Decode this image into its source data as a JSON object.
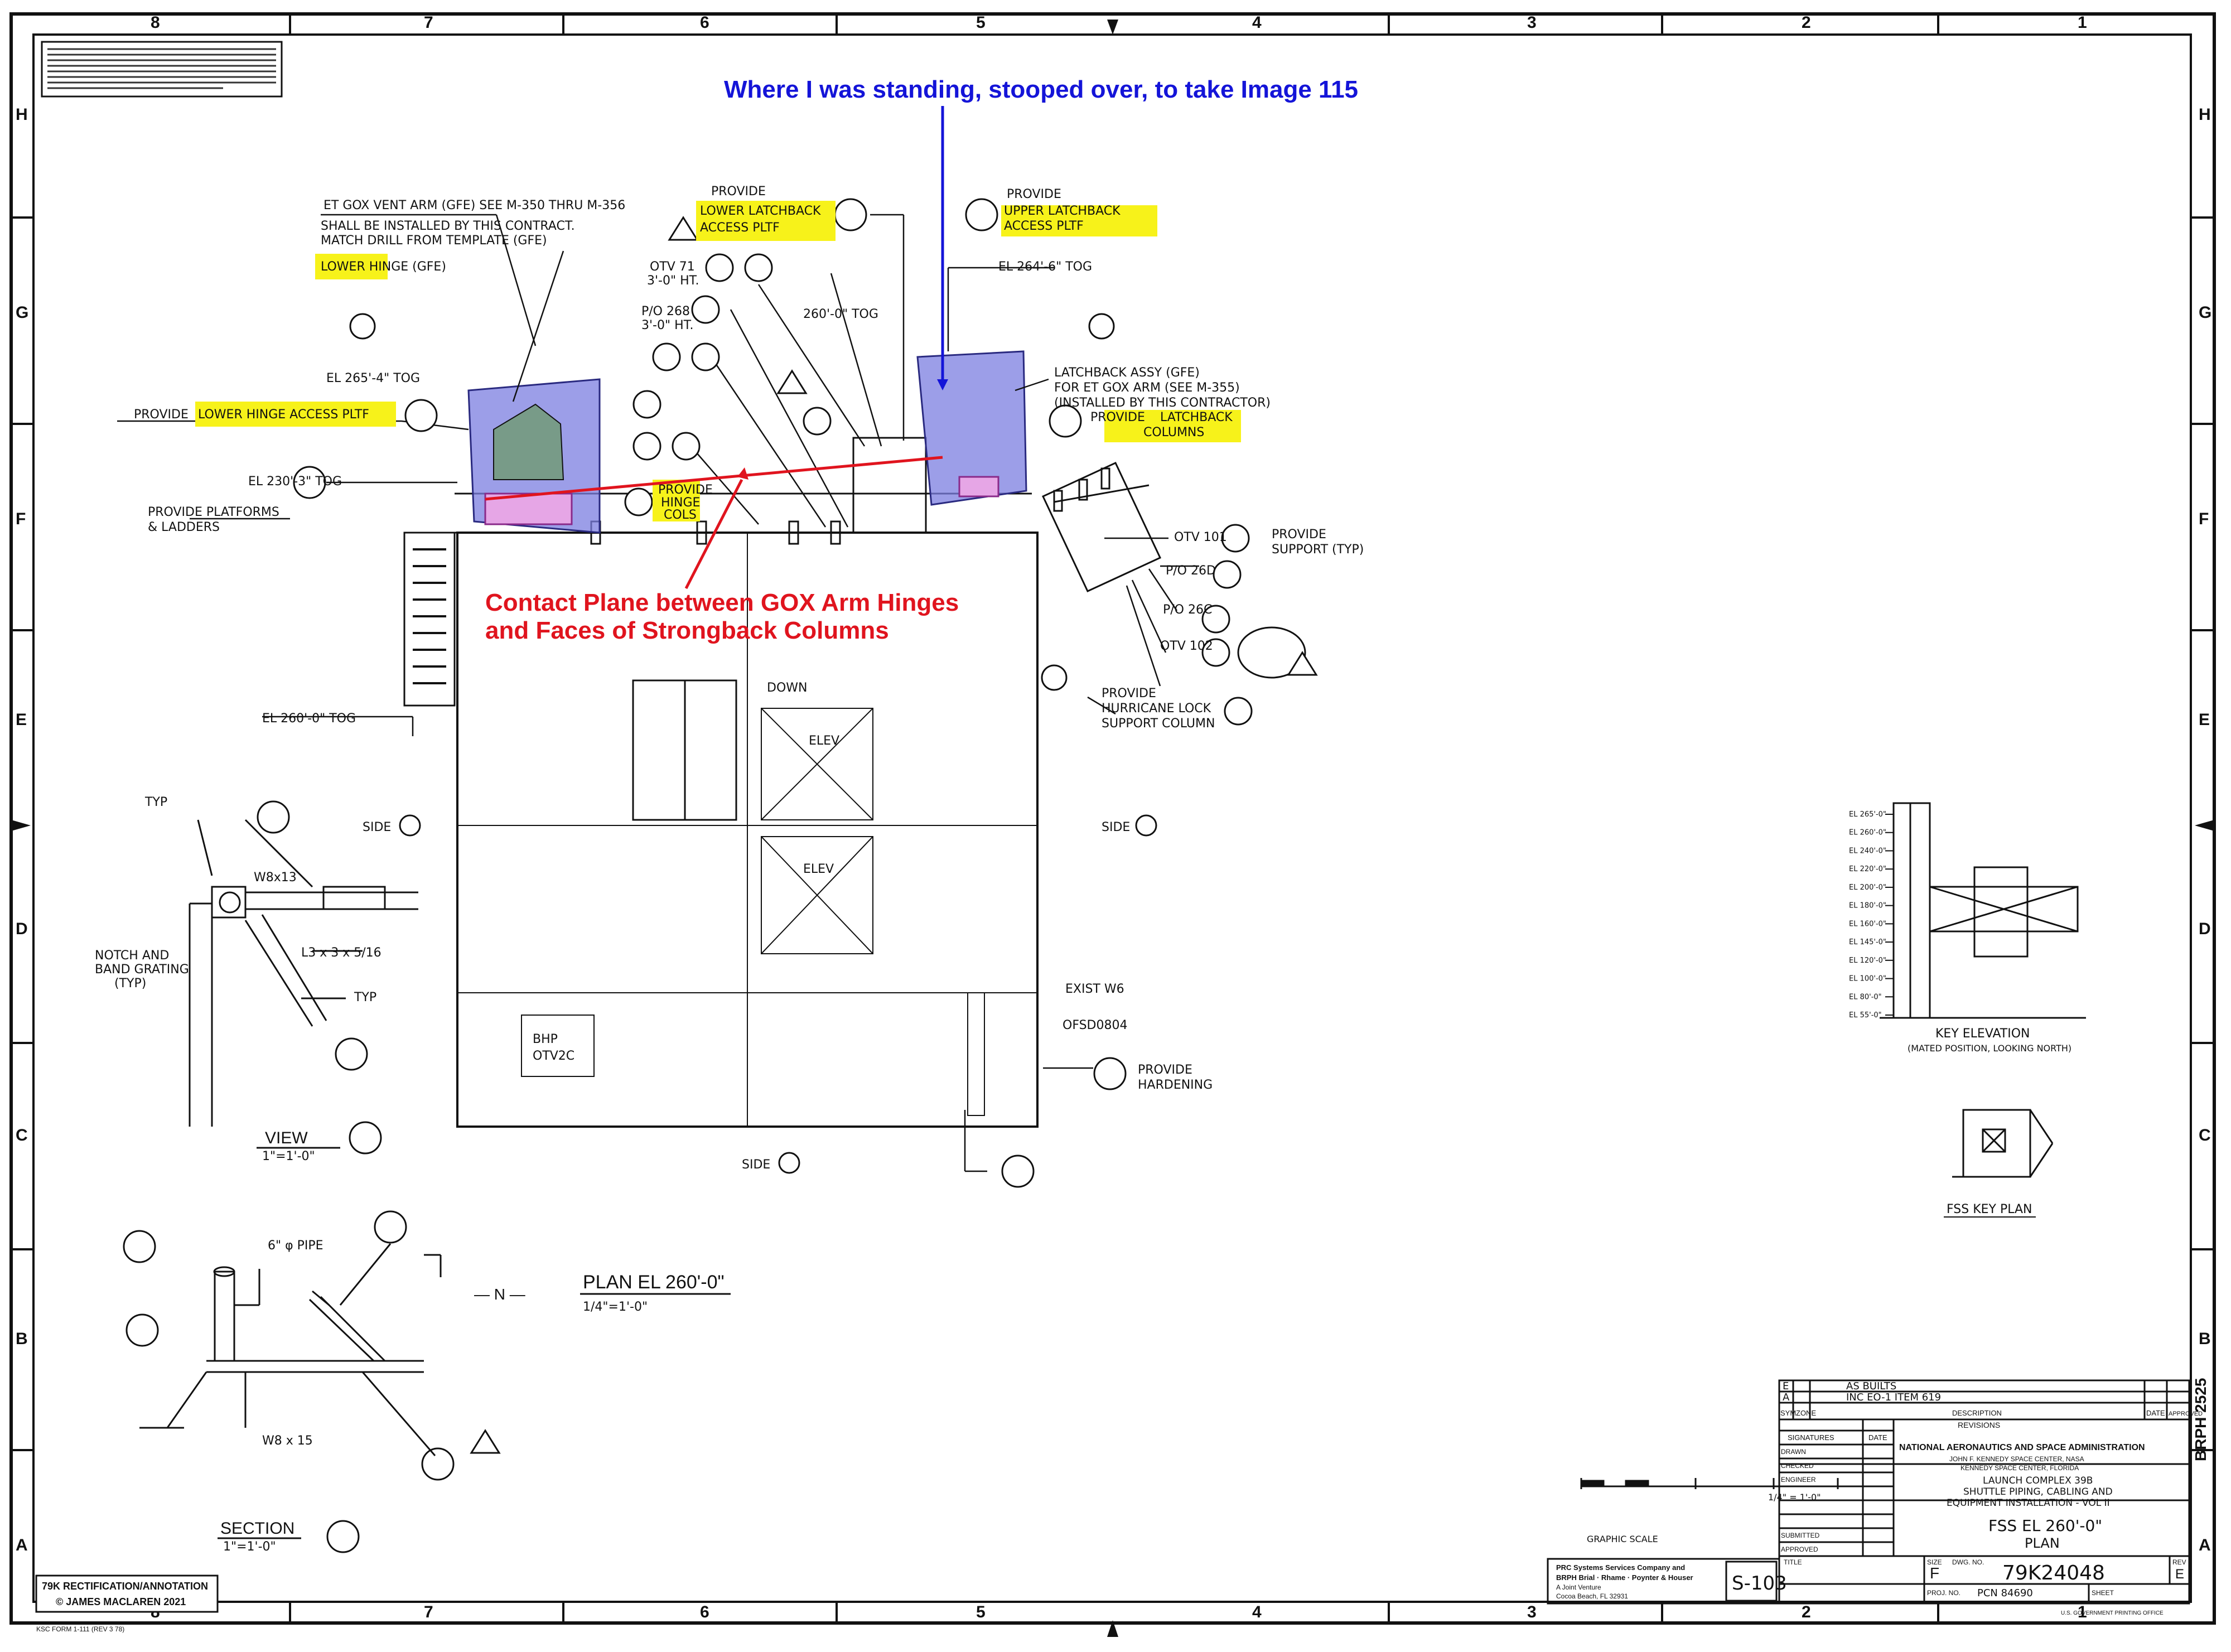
{
  "grid": {
    "top_numbers": [
      "8",
      "7",
      "6",
      "5",
      "4",
      "3",
      "2",
      "1"
    ],
    "side_letters": [
      "H",
      "G",
      "F",
      "E",
      "D",
      "C",
      "B",
      "A"
    ]
  },
  "annotations": {
    "standing": "Where I was standing, stooped over, to take Image 115",
    "contact_line1": "Contact Plane between GOX Arm Hinges",
    "contact_line2": "and Faces of Strongback Columns"
  },
  "callouts": {
    "gox_vent_1": "ET GOX VENT ARM (GFE) SEE M-350 THRU M-356",
    "gox_vent_2": "SHALL BE INSTALLED BY THIS CONTRACT.",
    "gox_vent_3": "MATCH DRILL FROM TEMPLATE (GFE)",
    "lower_hinge": "LOWER HINGE (GFE)",
    "provide": "PROVIDE",
    "lower_latch_1": "LOWER LATCHBACK",
    "lower_latch_2": "ACCESS PLTF",
    "upper_latch_1": "UPPER LATCHBACK",
    "upper_latch_2": "ACCESS PLTF",
    "el_264": "EL 264'-6\" TOG",
    "el_265": "EL 265'-4\" TOG",
    "el_260_tog": "260'-0\" TOG",
    "el_230": "EL 230'-3\" TOG",
    "el_260_e": "EL 260'-0\" TOG",
    "provide_lower_hinge": "PROVIDE",
    "lower_hinge_pltf": "LOWER HINGE ACCESS PLTF",
    "provide_platforms_1": "PROVIDE PLATFORMS",
    "provide_platforms_2": "& LADDERS",
    "latchback_1": "LATCHBACK ASSY (GFE)",
    "latchback_2": "FOR ET GOX ARM (SEE M-355)",
    "latchback_3": "(INSTALLED BY THIS CONTRACTOR)",
    "latchback_cols_1": "LATCHBACK",
    "latchback_cols_2": "COLUMNS",
    "hinge_cols_1": "HINGE",
    "hinge_cols_2": "COLS",
    "otv71_1": "OTV 71",
    "otv71_2": "3'-0\" HT.",
    "p0268_1": "P/O 268",
    "p0268_2": "3'-0\" HT.",
    "otv101": "OTV 101",
    "support_typ": "SUPPORT (TYP)",
    "po26d": "P/O 26D",
    "po26c": "P/O 26C",
    "otv102": "OTV 102",
    "hurricane_1": "PROVIDE",
    "hurricane_2": "HURRICANE LOCK",
    "hurricane_3": "SUPPORT COLUMN",
    "provide_hardening_1": "PROVIDE",
    "provide_hardening_2": "HARDENING",
    "side4": "SIDE",
    "side2": "SIDE",
    "side3": "SIDE",
    "elev": "ELEV",
    "down": "DOWN",
    "bhp_1": "BHP",
    "bhp_2": "OTV2C",
    "exist_w6": "EXIST W6",
    "ofsd": "OFSD0804",
    "w8x13": "W8x13",
    "l3x3": "L3 x 3 x 5/16",
    "notch_1": "NOTCH AND",
    "notch_2": "BAND GRATING",
    "notch_3": "(TYP)",
    "typ": "TYP",
    "pipe": "6\" φ PIPE",
    "w8x15": "W8 x 15"
  },
  "view_titles": {
    "view": "VIEW",
    "view_scale": "1\"=1'-0\"",
    "plan": "PLAN EL 260'-0\"",
    "plan_scale": "1/4\"=1'-0\"",
    "section": "SECTION",
    "section_scale": "1\"=1'-0\"",
    "north": "— N —",
    "key_elev": "KEY ELEVATION",
    "key_elev_sub": "(MATED POSITION, LOOKING NORTH)",
    "key_plan": "FSS KEY PLAN",
    "graphic_scale": "GRAPHIC SCALE",
    "gs_scale": "1/4\" = 1'-0\""
  },
  "title_block": {
    "rev_e": "E",
    "rev_e_desc": "AS BUILTS",
    "rev_a": "A",
    "rev_a_desc": "INC EO-1 ITEM 619",
    "sym": "SYM.",
    "zone": "ZONE",
    "description": "DESCRIPTION",
    "date": "DATE",
    "approved": "APPROVED",
    "revisions": "REVISIONS",
    "signatures": "SIGNATURES",
    "drawn": "DRAWN",
    "checked": "CHECKED",
    "engineer": "ENGINEER",
    "submitted": "SUBMITTED",
    "nasa": "NATIONAL AERONAUTICS AND SPACE ADMINISTRATION",
    "ksc_1": "JOHN F. KENNEDY SPACE CENTER, NASA",
    "ksc_2": "KENNEDY SPACE CENTER, FLORIDA",
    "lc_1": "LAUNCH COMPLEX 39B",
    "lc_2": "SHUTTLE PIPING, CABLING AND",
    "lc_3": "EQUIPMENT INSTALLATION - VOL II",
    "title_1": "FSS  EL 260'-0\"",
    "title_2": "PLAN",
    "title_lbl": "TITLE",
    "size_lbl": "SIZE",
    "size": "F",
    "dwg_lbl": "DWG. NO.",
    "dwg": "79K24048",
    "rev_lbl": "REV",
    "rev": "E",
    "proj_lbl": "PROJ. NO.",
    "pcn": "PCN 84690",
    "sheet_lbl": "SHEET",
    "s103": "S-103",
    "brph": "BRPH 2525",
    "prc_1": "PRC Systems Services Company and",
    "prc_2": "BRPH Brial · Rhame · Poynter & Houser",
    "prc_3": "A Joint Venture",
    "prc_4": "Cocoa Beach, FL 32931",
    "gpo": "U.S. GOVERNMENT PRINTING OFFICE"
  },
  "stamp": {
    "line1": "79K RECTIFICATION/ANNOTATION",
    "line2": "© JAMES MACLAREN 2021"
  },
  "footer": {
    "form": "KSC FORM 1-111 (REV 3 78)"
  },
  "key_elevation_levels": [
    "EL 265'-0\"",
    "EL 260'-0\"",
    "EL 240'-0\"",
    "EL 220'-0\"",
    "EL 200'-0\"",
    "EL 180'-0\"",
    "EL 160'-0\"",
    "EL 145'-0\"",
    "EL 120'-0\"",
    "EL 100'-0\"",
    "EL 80'-0\"",
    "EL 55'-0\""
  ],
  "colors": {
    "highlight": "#f7f21a",
    "gox_arm": "#7b7ee0",
    "hinge": "#e6a6e6",
    "annotation_blue": "#1414d8",
    "annotation_red": "#e0141e"
  }
}
